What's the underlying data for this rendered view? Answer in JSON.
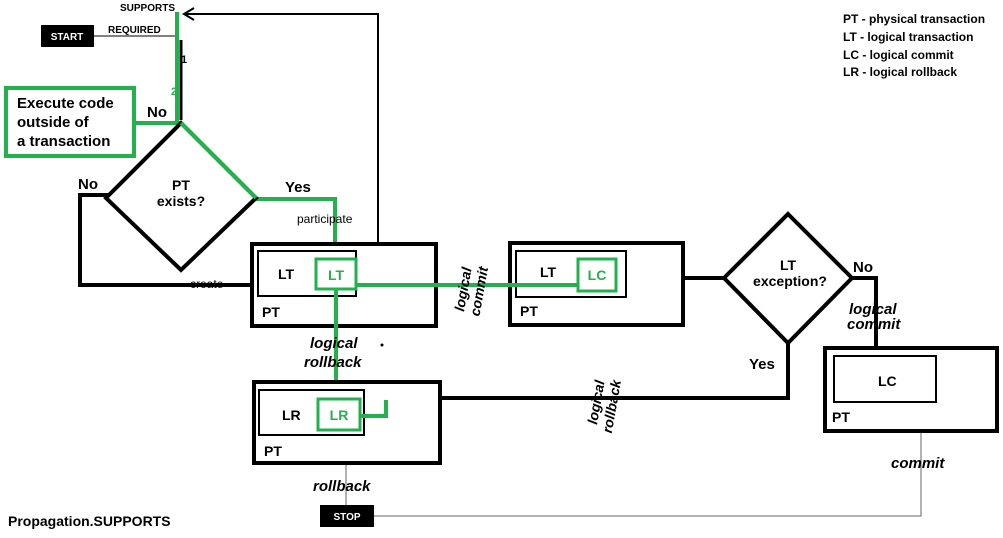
{
  "colors": {
    "ink": "#000000",
    "green": "#22b14c",
    "grey": "#666666",
    "white": "#ffffff"
  },
  "labels": {
    "start": "START",
    "stop": "STOP",
    "supports": "SUPPORTS",
    "required": "REQUIRED",
    "path_1": "1",
    "path_2": "2",
    "execute_line1": "Execute code",
    "execute_line2": "outside of",
    "execute_line3": "a transaction",
    "no_top": "No",
    "no_left": "No",
    "pt_exists_line1": "PT",
    "pt_exists_line2": "exists?",
    "yes_top": "Yes",
    "participate": "participate",
    "create": "create",
    "lt": "LT",
    "lt_green": "LT",
    "pt": "PT",
    "logical_commit_line1": "logical",
    "logical_commit_line2": "commit",
    "lt2": "LT",
    "lc_green": "LC",
    "pt2": "PT",
    "lt_exception_line1": "LT",
    "lt_exception_line2": "exception?",
    "no_right": "No",
    "logical_commit_right_line1": "logical",
    "logical_commit_right_line2": "commit",
    "yes_right": "Yes",
    "lc": "LC",
    "pt4": "PT",
    "logical_rollback_line1": "logical",
    "logical_rollback_line2": "rollback",
    "lr": "LR",
    "lr_green": "LR",
    "pt3": "PT",
    "logical_rollback_mid_line1": "logical",
    "logical_rollback_mid_line2": "rollback",
    "rollback": "rollback",
    "commit": "commit",
    "footer_title": "Propagation.SUPPORTS"
  },
  "legend": [
    "PT - physical transaction",
    "LT - logical transaction",
    "LC - logical commit",
    "LR - logical rollback"
  ]
}
